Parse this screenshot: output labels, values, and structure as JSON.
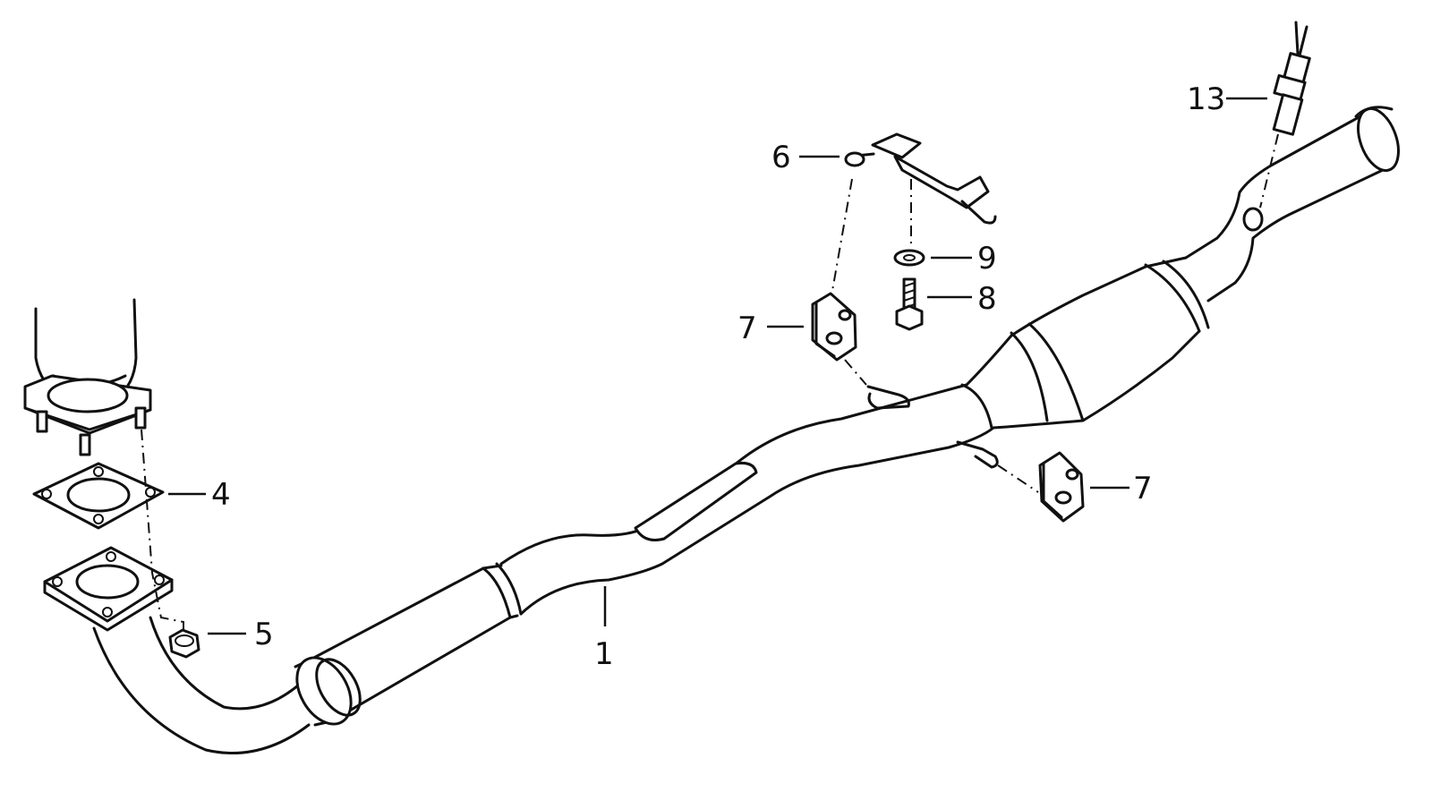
{
  "diagram": {
    "callouts": [
      {
        "id": "part-1",
        "label": "1"
      },
      {
        "id": "part-4",
        "label": "4"
      },
      {
        "id": "part-5",
        "label": "5"
      },
      {
        "id": "part-6",
        "label": "6"
      },
      {
        "id": "part-7-upper",
        "label": "7"
      },
      {
        "id": "part-7-lower",
        "label": "7"
      },
      {
        "id": "part-8",
        "label": "8"
      },
      {
        "id": "part-9",
        "label": "9"
      },
      {
        "id": "part-13",
        "label": "13"
      }
    ],
    "line_color": "#111111",
    "background_color": "#ffffff"
  }
}
